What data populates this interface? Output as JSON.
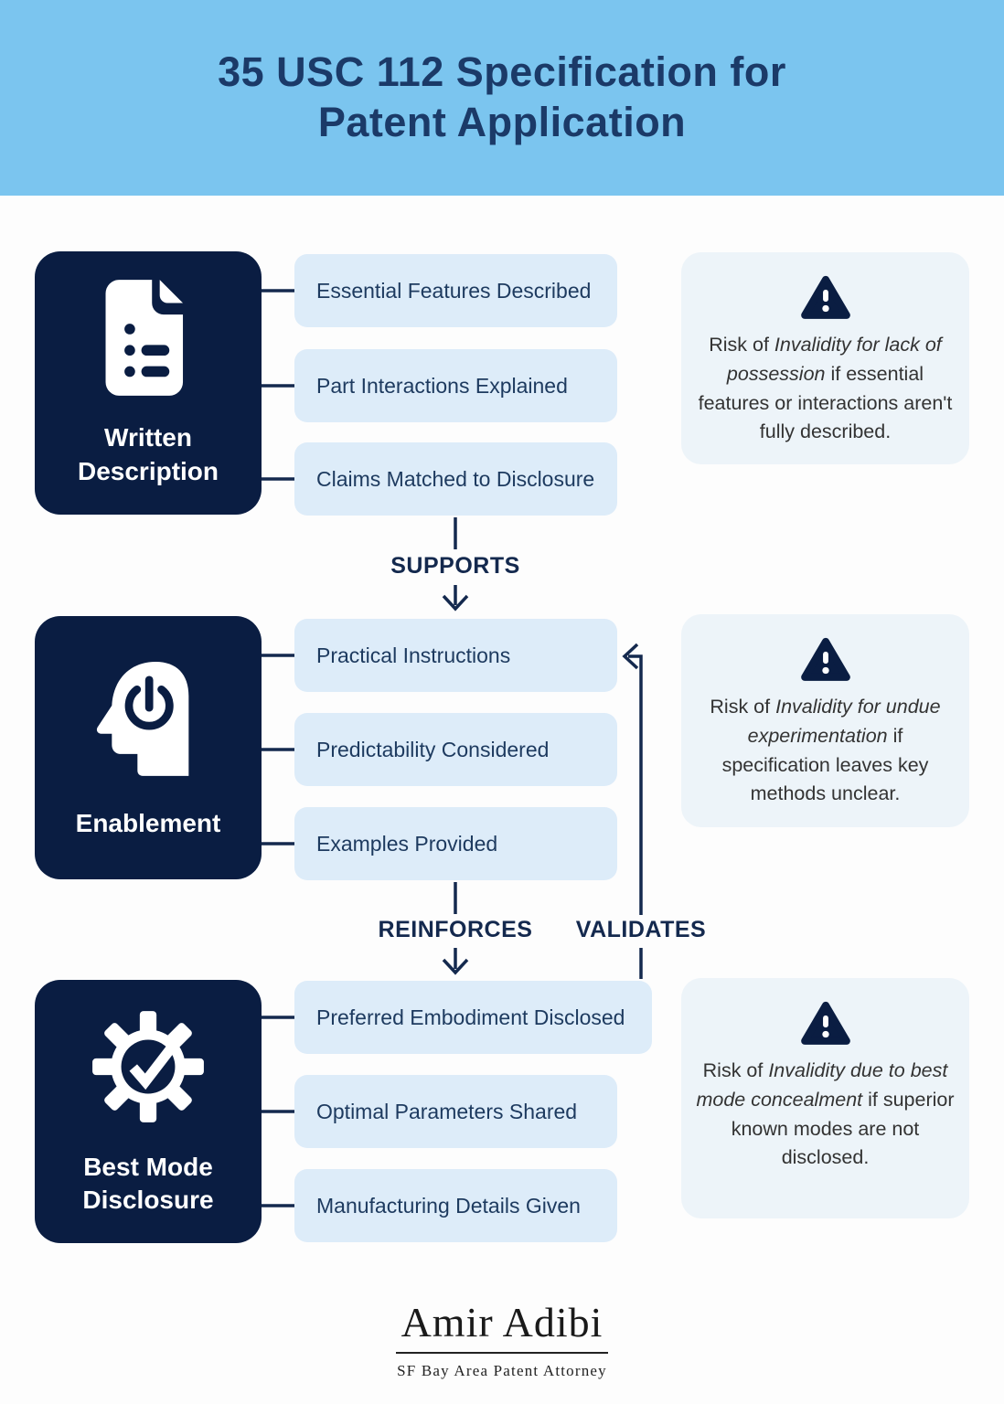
{
  "colors": {
    "header-bg": "#7bc5ef",
    "title": "#1b3a68",
    "navy": "#0a1d42",
    "item-bg": "#ddecf9",
    "item-text": "#1d3a5f",
    "warn-bg": "#edf4f9",
    "warn-text": "#333333",
    "line": "#14294e",
    "white": "#ffffff",
    "footer-text": "#1a1a1a"
  },
  "header": {
    "title_line1": "35 USC 112 Specification for",
    "title_line2": "Patent Application"
  },
  "flow": {
    "supports": "SUPPORTS",
    "reinforces": "REINFORCES",
    "validates": "VALIDATES"
  },
  "sections": [
    {
      "id": "written-description",
      "icon": "document-list-icon",
      "title_line1": "Written",
      "title_line2": "Description",
      "items": [
        "Essential Features Described",
        "Part Interactions Explained",
        "Claims Matched to Disclosure"
      ],
      "risk": {
        "icon": "warning-triangle-icon",
        "prefix": "Risk of ",
        "italic": "Invalidity for lack of possession",
        "rest": " if essential features or interactions aren't fully described."
      }
    },
    {
      "id": "enablement",
      "icon": "head-power-icon",
      "title_line1": "Enablement",
      "title_line2": "",
      "items": [
        "Practical Instructions",
        "Predictability Considered",
        "Examples Provided"
      ],
      "risk": {
        "icon": "warning-triangle-icon",
        "prefix": "Risk of ",
        "italic": "Invalidity for undue experimentation",
        "rest": " if specification leaves key methods unclear."
      }
    },
    {
      "id": "best-mode-disclosure",
      "icon": "gear-check-icon",
      "title_line1": "Best Mode",
      "title_line2": "Disclosure",
      "items": [
        "Preferred Embodiment Disclosed",
        "Optimal Parameters Shared",
        "Manufacturing Details Given"
      ],
      "risk": {
        "icon": "warning-triangle-icon",
        "prefix": "Risk of ",
        "italic": "Invalidity due to best mode concealment",
        "rest": " if superior known modes are not disclosed."
      }
    }
  ],
  "footer": {
    "name": "Amir Adibi",
    "tagline": "SF Bay Area Patent Attorney"
  }
}
